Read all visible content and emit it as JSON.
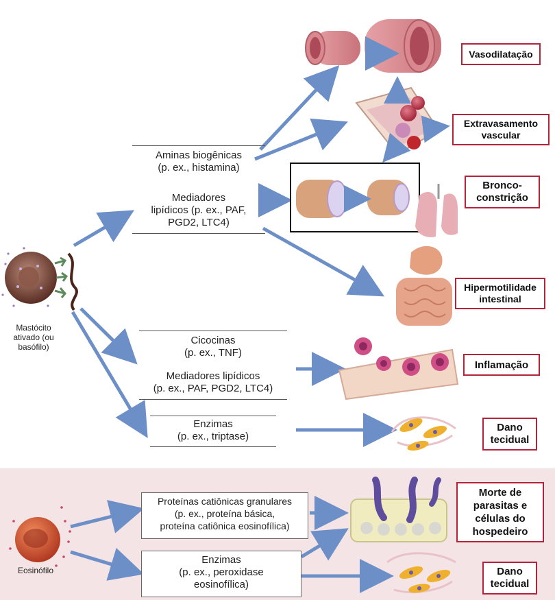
{
  "mast_cell": {
    "label": "Mastócito ativado (ou basófilo)"
  },
  "eosinophil": {
    "label": "Eosinófilo"
  },
  "mediators": {
    "amines": {
      "line1": "Aminas biogênicas",
      "line2": "(p. ex., histamina)"
    },
    "lipid1": {
      "line1": "Mediadores",
      "line2": "lipídicos (p. ex., PAF,",
      "line3": "PGD2, LTC4)"
    },
    "cytokines": {
      "line1": "Cicocinas",
      "line2": "(p. ex., TNF)"
    },
    "lipid2": {
      "line1": "Mediadores lipídicos",
      "line2": "(p. ex., PAF, PGD2, LTC4)"
    },
    "enzymes1": {
      "line1": "Enzimas",
      "line2": "(p. ex., triptase)"
    },
    "cationic": {
      "line1": "Proteínas catiônicas granulares",
      "line2": "(p. ex., proteína básica,",
      "line3": "proteína catiônica eosinofílica)"
    },
    "enzymes2": {
      "line1": "Enzimas",
      "line2": "(p. ex., peroxidase",
      "line3": "eosinofílica)"
    }
  },
  "outcomes": {
    "vasodilation": "Vasodilatação",
    "extravasation_1": "Extravasamento",
    "extravasation_2": "vascular",
    "broncho_1": "Bronco-",
    "broncho_2": "constrição",
    "hypermotility_1": "Hipermotilidade",
    "hypermotility_2": "intestinal",
    "inflammation": "Inflamação",
    "tissue_damage_1": "Dano",
    "tissue_damage_2": "tecidual",
    "parasite_death_1": "Morte de",
    "parasite_death_2": "parasitas e",
    "parasite_death_3": "células do",
    "parasite_death_4": "hospedeiro",
    "tissue_damage2_1": "Dano",
    "tissue_damage2_2": "tecidual"
  },
  "colors": {
    "arrow": "#6c8fc7",
    "outcome_border": "#b3243a",
    "band": "#f5e4e5"
  }
}
